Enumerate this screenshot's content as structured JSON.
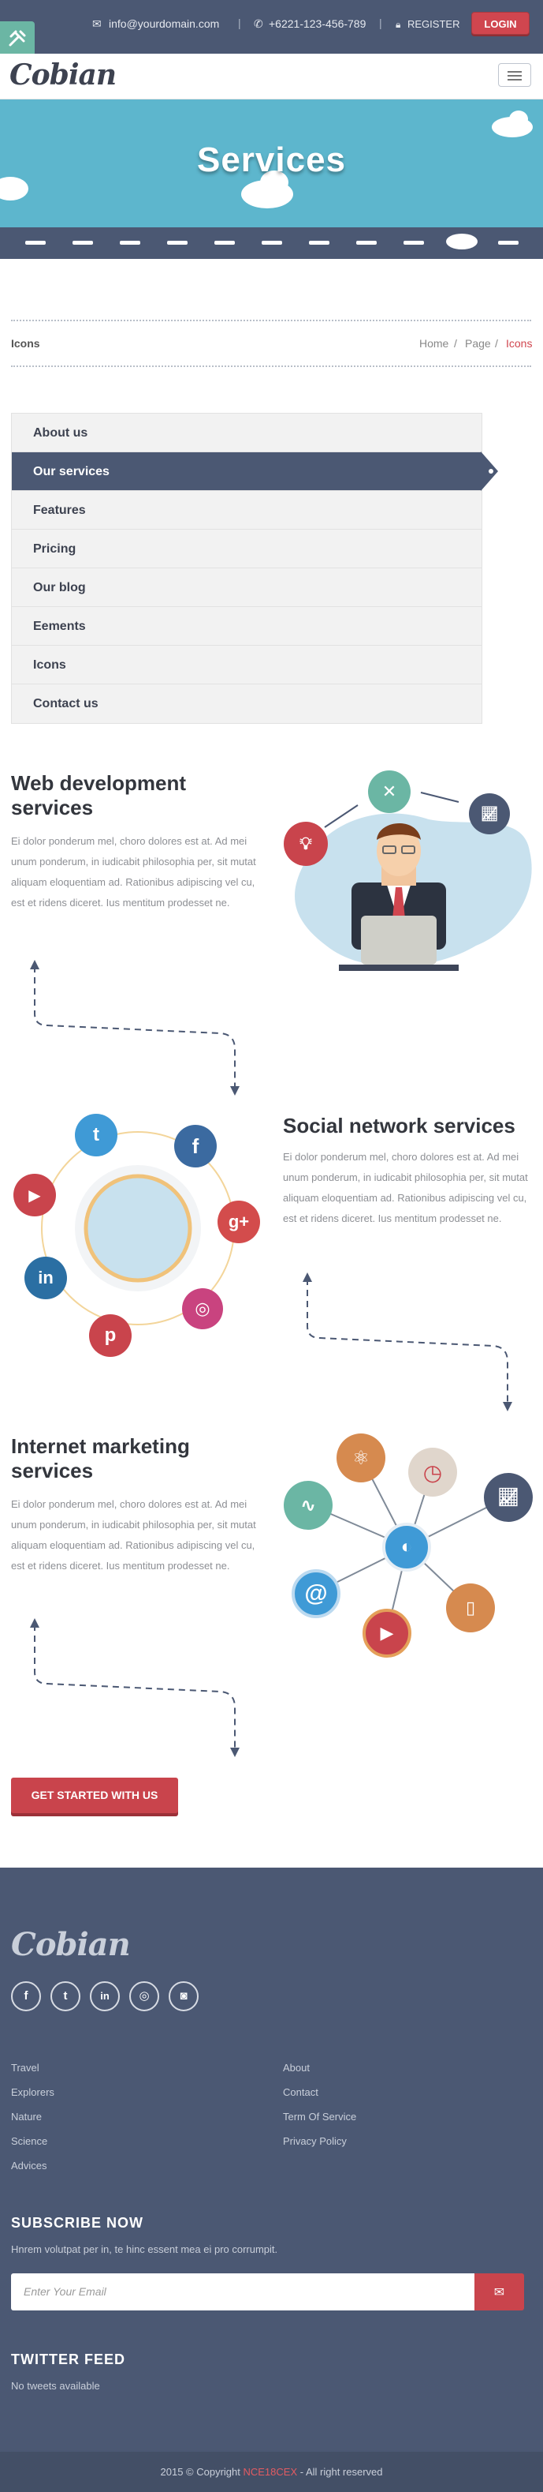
{
  "topbar": {
    "email": "info@yourdomain.com",
    "phone": "+6221-123-456-789",
    "register": "REGISTER",
    "login": "LOGIN"
  },
  "brand": {
    "logo": "Cobian"
  },
  "hero": {
    "title": "Services"
  },
  "breadcrumb": {
    "current": "Icons",
    "home": "Home",
    "sep": "/",
    "page": "Page",
    "active": "Icons"
  },
  "sidebar": {
    "items": [
      {
        "label": "About us"
      },
      {
        "label": "Our services"
      },
      {
        "label": "Features"
      },
      {
        "label": "Pricing"
      },
      {
        "label": "Our blog"
      },
      {
        "label": "Eements"
      },
      {
        "label": "Icons"
      },
      {
        "label": "Contact us"
      }
    ],
    "active_index": 1
  },
  "sections": [
    {
      "title_line1": "Web development",
      "title_line2": "services",
      "text": "Ei dolor ponderum mel, choro dolores est at. Ad mei unum ponderum, in iudicabit philosophia per, sit mutat aliquam eloquentiam ad. Rationibus adipiscing vel cu, est et ridens diceret. Ius mentitum prodesset ne."
    },
    {
      "title_line1": "Social network services",
      "title_line2": "",
      "text": "Ei dolor ponderum mel, choro dolores est at. Ad mei unum ponderum, in iudicabit philosophia per, sit mutat aliquam eloquentiam ad. Rationibus adipiscing vel cu, est et ridens diceret. Ius mentitum prodesset ne."
    },
    {
      "title_line1": "Internet marketing",
      "title_line2": "services",
      "text": "Ei dolor ponderum mel, choro dolores est at. Ad mei unum ponderum, in iudicabit philosophia per, sit mutat aliquam eloquentiam ad. Rationibus adipiscing vel cu, est et ridens diceret. Ius mentitum prodesset ne."
    }
  ],
  "social_labels": {
    "twitter": "t",
    "facebook": "f",
    "googleplus": "g+",
    "youtube": "▶",
    "linkedin": "in",
    "pinterest": "p"
  },
  "cta": {
    "label": "GET STARTED WITH US"
  },
  "footer": {
    "logo": "Cobian",
    "social": [
      "f",
      "t",
      "in",
      "◎",
      "◙"
    ],
    "links_left": [
      "Travel",
      "Explorers",
      "Nature",
      "Science",
      "Advices"
    ],
    "links_right": [
      "About",
      "Contact",
      "Term Of Service",
      "Privacy Policy"
    ],
    "subscribe_title": "SUBSCRIBE NOW",
    "subscribe_text": "Hnrem volutpat per in, te hinc essent mea ei pro corrumpit.",
    "email_placeholder": "Enter Your Email",
    "twitter_title": "TWITTER FEED",
    "twitter_text": "No tweets available",
    "copyright_pre": "2015 © Copyright ",
    "copyright_brand": "NCE18CEX",
    "copyright_post": " - All right reserved"
  },
  "colors": {
    "navy": "#4b5873",
    "teal": "#5db6cd",
    "red": "#c9444c",
    "green": "#6bb6a4"
  }
}
